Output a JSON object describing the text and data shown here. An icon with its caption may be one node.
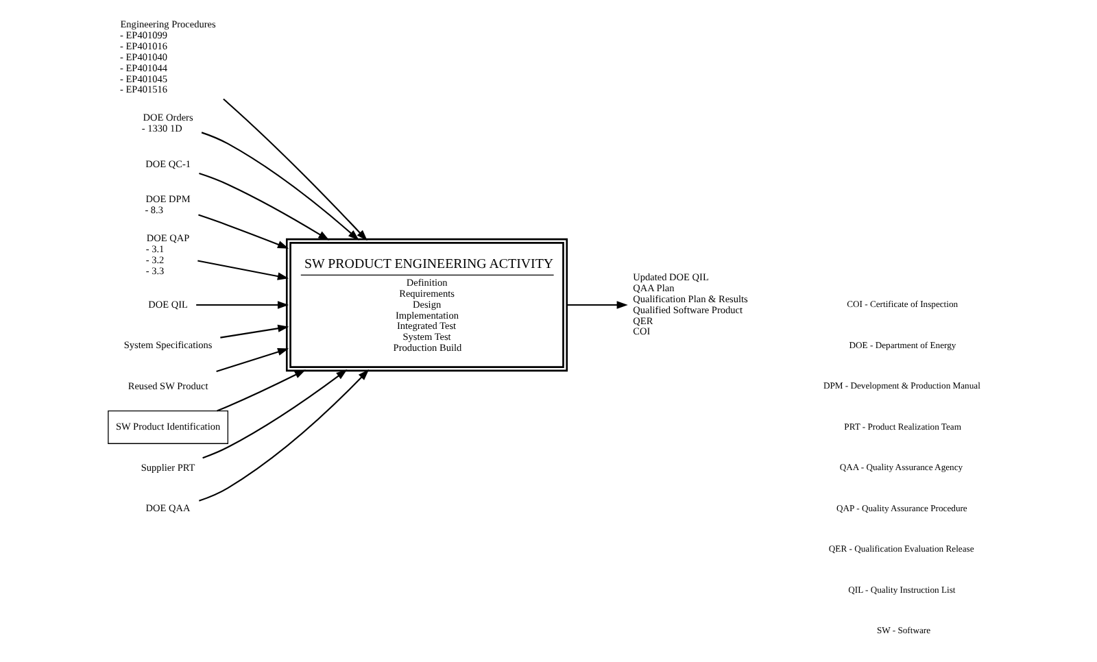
{
  "diagram": {
    "nodes": [
      {
        "text": [
          "SW PRODUCT ENGINEERING ACTIVITY",
          "Definition",
          "Requirements",
          "Design",
          "Implementation",
          "Integrated Test",
          "System Test",
          "Production Build"
        ]
      },
      {
        "text": [
          "Engineering Procedures",
          "- EP401099",
          "- EP401016",
          "- EP401040",
          "- EP401044",
          "- EP401045",
          "- EP401516"
        ]
      },
      {
        "text": [
          "DOE Orders",
          "- 1330 1D"
        ]
      },
      {
        "text": [
          "DOE QC-1"
        ]
      },
      {
        "text": [
          "DOE DPM",
          "- 8.3"
        ]
      },
      {
        "text": [
          "DOE QAP",
          "- 3.1",
          "- 3.2",
          "- 3.3"
        ]
      },
      {
        "text": [
          "DOE QIL"
        ]
      },
      {
        "text": [
          "System Specifications"
        ]
      },
      {
        "text": [
          "Reused SW Product"
        ]
      },
      {
        "text": [
          "SW Product Identification"
        ]
      },
      {
        "text": [
          "Updated DOE QIL",
          "QAA Plan",
          "Qualification Plan & Results",
          "Qualified Software Product",
          "QER",
          "COI"
        ]
      },
      {
        "text": [
          "Supplier PRT"
        ]
      },
      {
        "text": [
          "DOE QAA"
        ]
      }
    ],
    "edges": [
      {
        "from": 1,
        "to": 0,
        "arrow": "to"
      },
      {
        "from": 2,
        "to": 0,
        "arrow": "to"
      },
      {
        "from": 3,
        "to": 0,
        "arrow": "to"
      },
      {
        "from": 4,
        "to": 0,
        "arrow": "to"
      },
      {
        "from": 5,
        "to": 0,
        "arrow": "to"
      },
      {
        "from": 6,
        "to": 0,
        "arrow": "to"
      },
      {
        "from": 7,
        "to": 0,
        "arrow": "to"
      },
      {
        "from": 8,
        "to": 0,
        "arrow": "to"
      },
      {
        "from": 9,
        "to": 0,
        "arrow": "to"
      },
      {
        "from": 0,
        "to": 10,
        "arrow": "to"
      },
      {
        "from": 11,
        "to": 0,
        "arrow": "to"
      },
      {
        "from": 12,
        "to": 0,
        "arrow": "to"
      }
    ],
    "labels": [
      "COI - Certificate of Inspection",
      "DOE - Department of Energy",
      "DPM - Development & Production Manual",
      "PRT - Product Realization Team",
      "QAA - Quality Assurance Agency",
      "QAP - Quality Assurance Procedure",
      "QER - Qualification Evaluation Release",
      "QIL - Quality Instruction List",
      "SW - Software"
    ]
  }
}
